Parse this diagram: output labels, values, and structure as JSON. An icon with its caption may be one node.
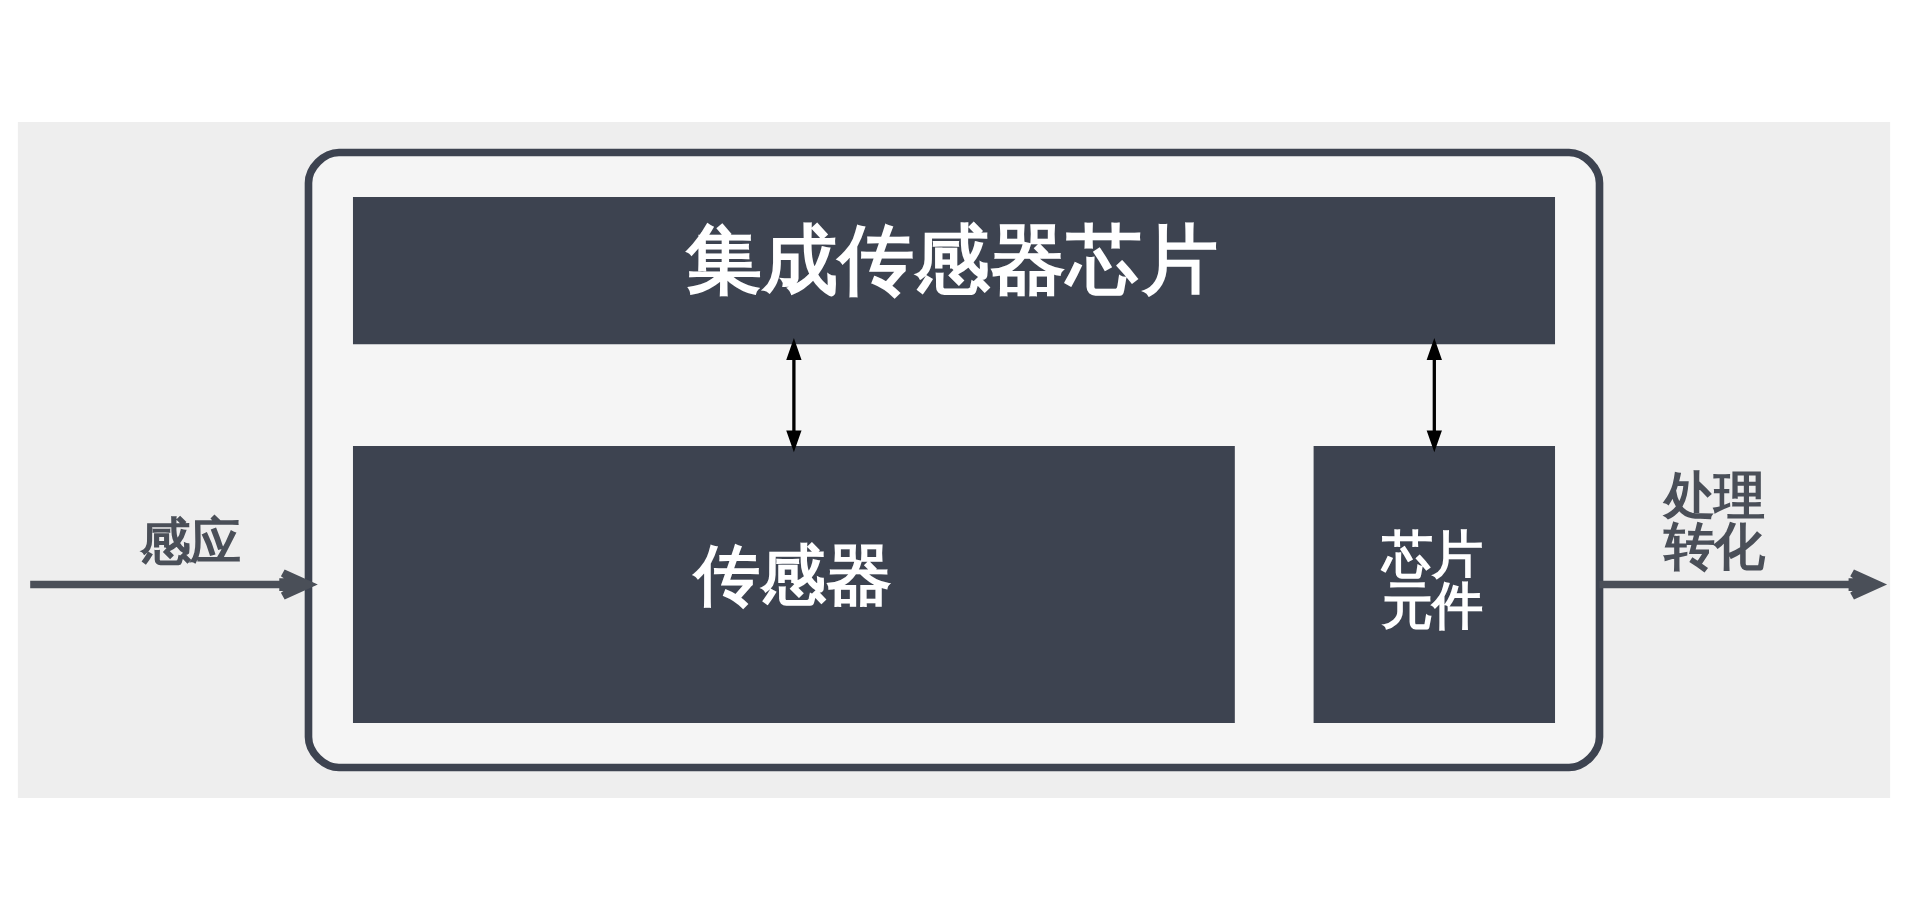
{
  "diagram": {
    "nodes": [
      {
        "text": [],
        "shape": "box"
      },
      {
        "text": [
          "集成传感器芯片"
        ],
        "in": 0
      },
      {
        "text": [
          "传感器"
        ],
        "in": 0
      },
      {
        "text": [
          "芯片元件"
        ],
        "in": 0
      }
    ],
    "edges": [
      {
        "from": null,
        "to": 0,
        "arrow": "to",
        "label": "感应",
        "style": "thick"
      },
      {
        "from": 1,
        "to": 2,
        "arrow": "both"
      },
      {
        "from": 1,
        "to": 3,
        "arrow": "both"
      },
      {
        "from": 0,
        "to": null,
        "arrow": "to",
        "label": "处理转化",
        "style": "thick"
      }
    ]
  }
}
